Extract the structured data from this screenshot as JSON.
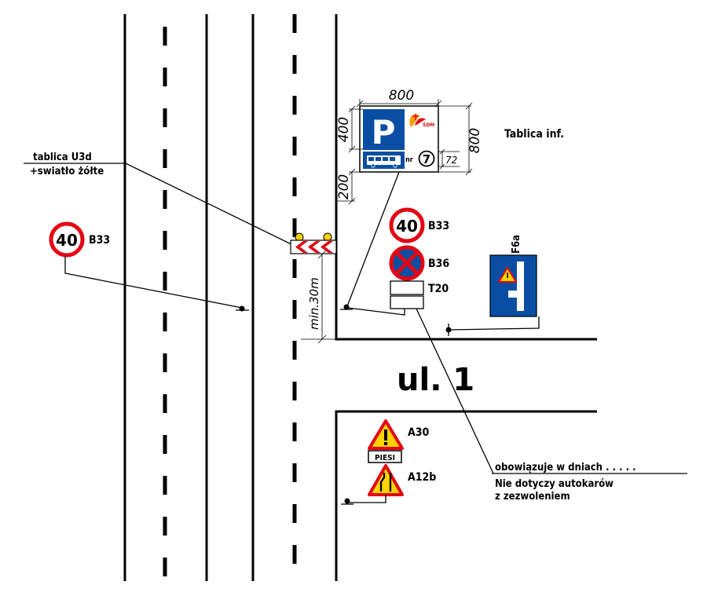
{
  "street_label": "ul. 1",
  "u3d_label": {
    "line1": "tablica U3d",
    "line2": "+swiatło żółte"
  },
  "left_sign": {
    "value": "40",
    "code": "B33"
  },
  "info_board": {
    "label": "Tablica inf.",
    "parking_letter": "P",
    "logo_text": "ŚDM",
    "nr_prefix": "nr",
    "nr_value": "7",
    "dim_width": "800",
    "dim_height": "800",
    "dim_upper": "400",
    "dim_offset": "200",
    "dim_small": "72"
  },
  "pole_signs": {
    "b33": {
      "value": "40",
      "code": "B33"
    },
    "b36": {
      "code": "B36"
    },
    "t20": {
      "code": "T20"
    }
  },
  "f6a_sign": {
    "code": "F6a"
  },
  "min_distance": "min.30m",
  "ped_signs": {
    "a30_code": "A30",
    "piesi_text": "PIESI",
    "a12b_code": "A12b"
  },
  "note": {
    "line1": "obowiązuje w dniach . . . . .",
    "line2": "Nie dotyczy autokarów",
    "line3": "z zezwoleniem"
  },
  "colors": {
    "red": "#e30613",
    "blue": "#0a4ea3",
    "yellow": "#ffd200",
    "black": "#000000"
  }
}
